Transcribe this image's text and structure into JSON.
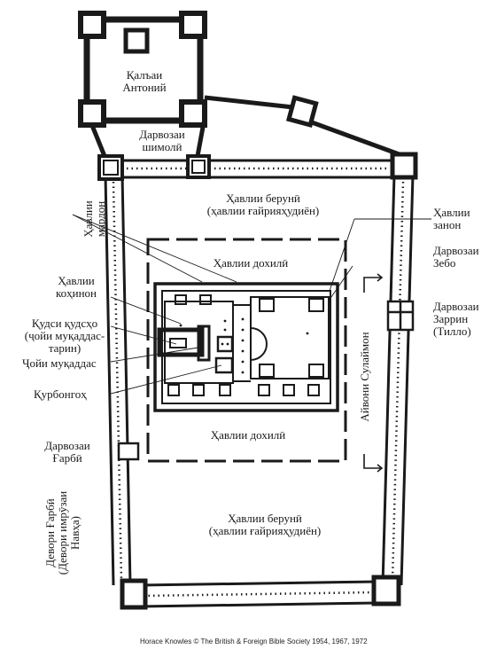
{
  "colors": {
    "ink": "#1a1a1a",
    "paper": "#ffffff"
  },
  "labels": {
    "antonia_1": "Қалъаи",
    "antonia_2": "Антоний",
    "north_gate_1": "Дарвозаи",
    "north_gate_2": "шимолӣ",
    "outer_court_top_1": "Ҳавлии берунӣ",
    "outer_court_top_2": "(ҳавлии ғайрияҳудиён)",
    "men_court_1": "Ҳавлии",
    "men_court_2": "мардон",
    "women_court_1": "Ҳавлии",
    "women_court_2": "занон",
    "inner_court_top": "Ҳавлии дохилӣ",
    "beautiful_gate_1": "Дарвозаи",
    "beautiful_gate_2": "Зебо",
    "priests_court_1": "Ҳавлии",
    "priests_court_2": "коҳинон",
    "golden_gate_1": "Дарвозаи",
    "golden_gate_2": "Заррин",
    "golden_gate_3": "(Тилло)",
    "holy_of_holies_1": "Қудси қудсҳо",
    "holy_of_holies_2": "(ҷойи муқаддас-",
    "holy_of_holies_3": "тарин)",
    "holy_place": "Ҷойи муқаддас",
    "altar": "Қурбонгоҳ",
    "solomon_porch": "Айвони Сулаймон",
    "inner_court_bottom": "Ҳавлии дохилӣ",
    "west_gate_1": "Дарвозаи",
    "west_gate_2": "Ғарбӣ",
    "west_wall_1": "Девори Ғарбӣ",
    "west_wall_2": "(Девори имрӯзаи",
    "west_wall_3": "Навҳа)",
    "outer_court_bottom_1": "Ҳавлии берунӣ",
    "outer_court_bottom_2": "(ҳавлии ғайрияҳудиён)"
  },
  "credit": "Horace Knowles © The British & Foreign Bible Society 1954, 1967, 1972"
}
